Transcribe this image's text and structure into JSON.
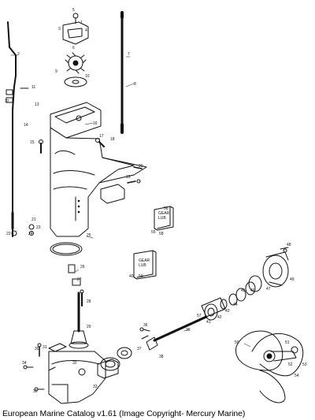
{
  "caption": "European Marine Catalog v1.61 (Image Copyright- Mercury Marine)",
  "callouts": [
    "1",
    "2",
    "3",
    "4",
    "5",
    "6",
    "7",
    "8",
    "9",
    "10",
    "11",
    "12",
    "13",
    "14",
    "15",
    "16",
    "17",
    "18",
    "19",
    "20",
    "21",
    "22",
    "23",
    "24",
    "25",
    "26",
    "27",
    "28",
    "29",
    "30",
    "31",
    "32",
    "33",
    "34",
    "35",
    "36",
    "37",
    "38",
    "39",
    "40",
    "41",
    "42",
    "43",
    "44",
    "45",
    "46",
    "47",
    "48",
    "49",
    "50",
    "51",
    "52",
    "53",
    "54",
    "55",
    "56",
    "57",
    "58",
    "59"
  ],
  "part_labels": {
    "gasket_small": "GEAR\nLUB",
    "gasket_large": "GEAR\nLUB"
  }
}
